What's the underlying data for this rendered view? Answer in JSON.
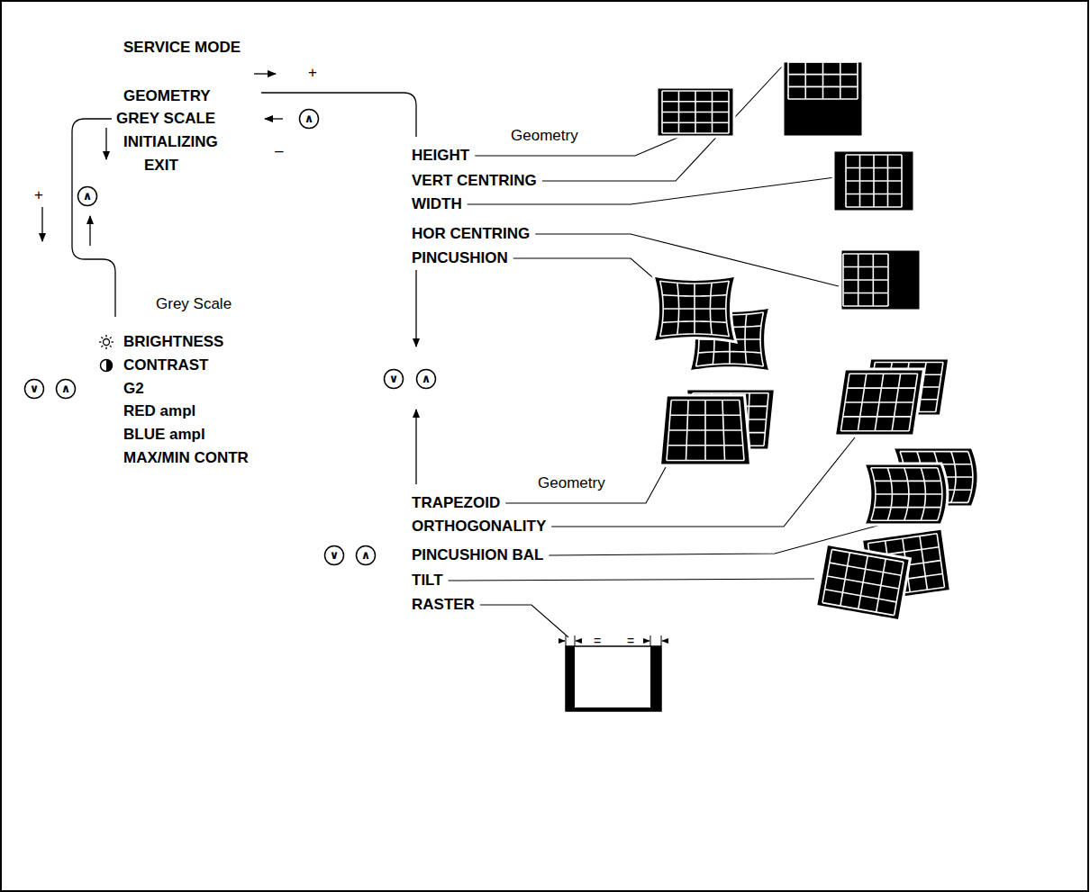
{
  "diagram": {
    "nodes": [
      {
        "text": [
          "∧"
        ]
      },
      {
        "text": [
          "∧"
        ]
      },
      {
        "text": [
          "∨"
        ]
      },
      {
        "text": [
          "∧"
        ]
      },
      {
        "text": [
          "∨"
        ]
      },
      {
        "text": [
          "∧"
        ]
      },
      {
        "text": [
          "∨"
        ]
      },
      {
        "text": [
          "∧"
        ]
      }
    ],
    "labels": [
      "SERVICE MODE",
      "+",
      "GEOMETRY",
      "GREY SCALE",
      "INITIALIZING",
      "–",
      "EXIT",
      "+",
      "Geometry",
      "HEIGHT",
      "VERT CENTRING",
      "WIDTH",
      "HOR CENTRING",
      "PINCUSHION",
      "Grey Scale",
      "BRIGHTNESS",
      "CONTRAST",
      "G2",
      "RED ampl",
      "BLUE ampl",
      "MAX/MIN CONTR",
      "Geometry",
      "TRAPEZOID",
      "ORTHOGONALITY",
      "PINCUSHION BAL",
      "TILT",
      "RASTER",
      "=",
      "="
    ]
  }
}
